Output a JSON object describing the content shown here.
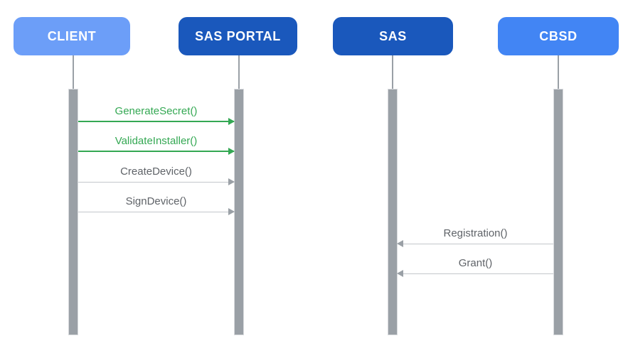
{
  "diagram": {
    "type": "sequence-diagram",
    "background": "#ffffff",
    "lifeline_color": "#9aa0a6",
    "activation_bar_color": "#9aa0a6"
  },
  "actors": [
    {
      "id": "client",
      "label": "CLIENT",
      "color": "#6c9ef8"
    },
    {
      "id": "sas-portal",
      "label": "SAS PORTAL",
      "color": "#1a58bc"
    },
    {
      "id": "sas",
      "label": "SAS",
      "color": "#1a58bc"
    },
    {
      "id": "cbsd",
      "label": "CBSD",
      "color": "#4285f4"
    }
  ],
  "messages": [
    {
      "label": "GenerateSecret()",
      "from": "CLIENT",
      "to": "SAS PORTAL",
      "direction": "right",
      "text_color": "#34a853",
      "line_color": "#34a853",
      "arrow_color": "#34a853"
    },
    {
      "label": "ValidateInstaller()",
      "from": "CLIENT",
      "to": "SAS PORTAL",
      "direction": "right",
      "text_color": "#34a853",
      "line_color": "#34a853",
      "arrow_color": "#34a853"
    },
    {
      "label": "CreateDevice()",
      "from": "CLIENT",
      "to": "SAS PORTAL",
      "direction": "right",
      "text_color": "#5f6368",
      "line_color": "#c3c7cb",
      "arrow_color": "#9aa0a6"
    },
    {
      "label": "SignDevice()",
      "from": "CLIENT",
      "to": "SAS PORTAL",
      "direction": "right",
      "text_color": "#5f6368",
      "line_color": "#c3c7cb",
      "arrow_color": "#9aa0a6"
    },
    {
      "label": "Registration()",
      "from": "CBSD",
      "to": "SAS",
      "direction": "left",
      "text_color": "#5f6368",
      "line_color": "#c3c7cb",
      "arrow_color": "#9aa0a6"
    },
    {
      "label": "Grant()",
      "from": "CBSD",
      "to": "SAS",
      "direction": "left",
      "text_color": "#5f6368",
      "line_color": "#c3c7cb",
      "arrow_color": "#9aa0a6"
    }
  ]
}
